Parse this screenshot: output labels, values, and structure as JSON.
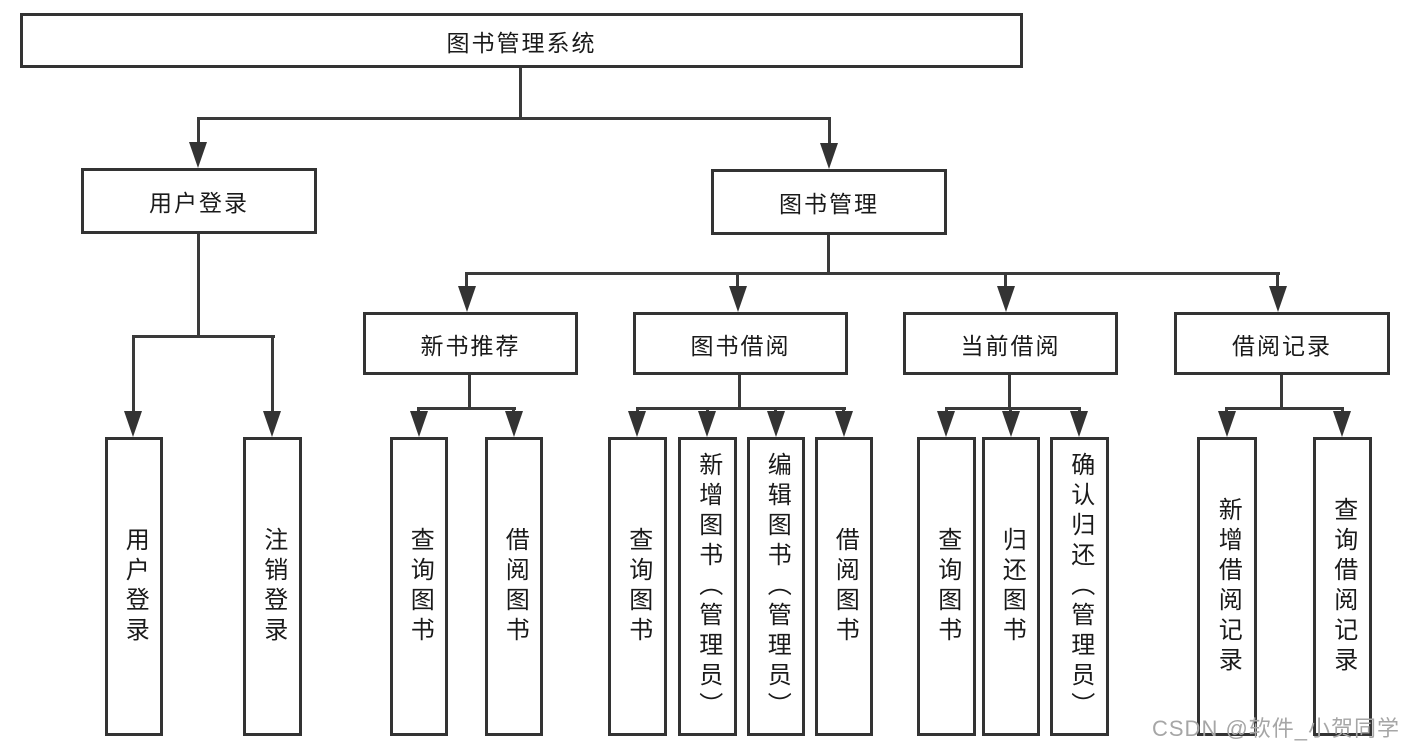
{
  "diagram": {
    "root": {
      "label": "图书管理系统"
    },
    "level1": [
      {
        "label": "用户登录"
      },
      {
        "label": "图书管理"
      }
    ],
    "level2": [
      {
        "label": "新书推荐"
      },
      {
        "label": "图书借阅"
      },
      {
        "label": "当前借阅"
      },
      {
        "label": "借阅记录"
      }
    ],
    "leaves": {
      "login": [
        "用户登录",
        "注销登录"
      ],
      "recommend": [
        "查询图书",
        "借阅图书"
      ],
      "borrow": [
        "查询图书",
        "新增图书（管理员）",
        "编辑图书（管理员）",
        "借阅图书"
      ],
      "current": [
        "查询图书",
        "归还图书",
        "确认归还（管理员）"
      ],
      "records": [
        "新增借阅记录",
        "查询借阅记录"
      ]
    }
  },
  "watermark": {
    "text": "CSDN @软件_小贺同学"
  },
  "colors": {
    "line": "#3a3a3a",
    "box_border": "#333333",
    "text": "#1a1a1a",
    "watermark": "#a6a6a6",
    "background": "#ffffff"
  }
}
